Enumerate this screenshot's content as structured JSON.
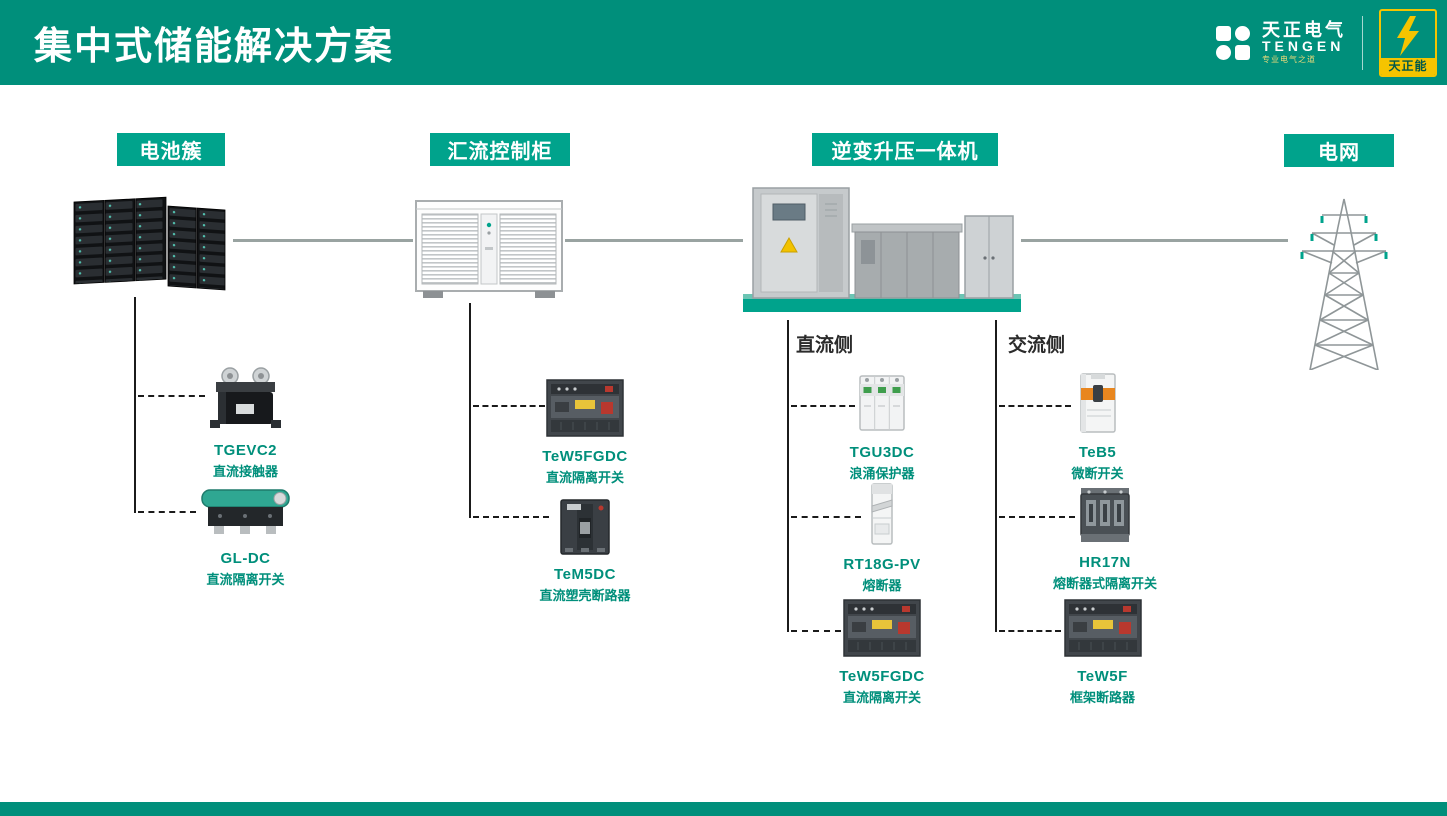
{
  "header": {
    "title": "集中式储能解决方案",
    "brand": {
      "name_cn": "天正电气",
      "name_en": "TENGEN",
      "tagline": "专业电气之道",
      "badge": "天正能"
    }
  },
  "stages": [
    {
      "label": "电池簇"
    },
    {
      "label": "汇流控制柜"
    },
    {
      "label": "逆变升压一体机"
    },
    {
      "label": "电网"
    }
  ],
  "diagram": {
    "dc_side_label": "直流侧",
    "ac_side_label": "交流侧"
  },
  "components": {
    "battery": [
      {
        "model": "TGEVC2",
        "desc": "直流接触器"
      },
      {
        "model": "GL-DC",
        "desc": "直流隔离开关"
      }
    ],
    "combiner": [
      {
        "model": "TeW5FGDC",
        "desc": "直流隔离开关"
      },
      {
        "model": "TeM5DC",
        "desc": "直流塑壳断路器"
      }
    ],
    "dc_side": [
      {
        "model": "TGU3DC",
        "desc": "浪涌保护器"
      },
      {
        "model": "RT18G-PV",
        "desc": "熔断器"
      },
      {
        "model": "TeW5FGDC",
        "desc": "直流隔离开关"
      }
    ],
    "ac_side": [
      {
        "model": "TeB5",
        "desc": "微断开关"
      },
      {
        "model": "HR17N",
        "desc": "熔断器式隔离开关"
      },
      {
        "model": "TeW5F",
        "desc": "框架断路器"
      }
    ]
  },
  "icons": {
    "lightning_fist": "⚡"
  },
  "colors": {
    "teal_header": "#008F7B",
    "teal_label": "#00A38C",
    "teal_text": "#008F7B",
    "line_gray": "#99a3a1",
    "badge_yellow": "#F5C400"
  }
}
